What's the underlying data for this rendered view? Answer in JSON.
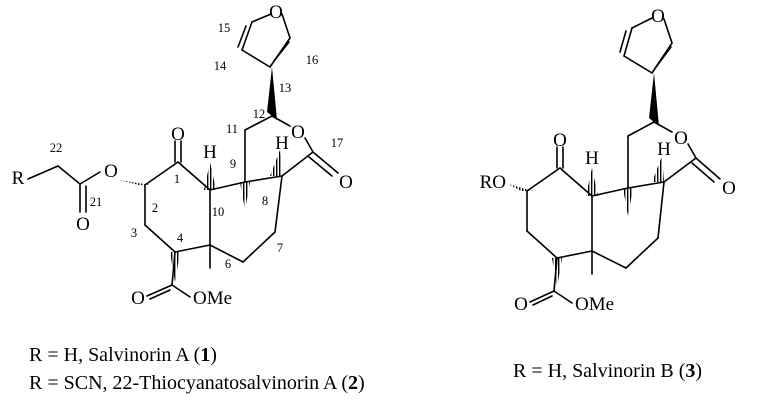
{
  "structure_a": {
    "atoms": {
      "r": "R",
      "o_furan": "O",
      "o_ester": "O",
      "o_ketone": "O",
      "o_lactone": "O",
      "o_lactone_co": "O",
      "o_acyl_co": "O",
      "o_carboxyl_co": "O",
      "ome": "OMe",
      "h10": "H",
      "h8": "H"
    },
    "numbers": {
      "n1": "1",
      "n2": "2",
      "n3": "3",
      "n4": "4",
      "n6": "6",
      "n7": "7",
      "n8": "8",
      "n9": "9",
      "n10": "10",
      "n11": "11",
      "n12": "12",
      "n13": "13",
      "n14": "14",
      "n15": "15",
      "n16": "16",
      "n17": "17",
      "n21": "21",
      "n22": "22"
    }
  },
  "structure_b": {
    "atoms": {
      "ro": "RO",
      "o_furan": "O",
      "o_ketone": "O",
      "o_lactone": "O",
      "o_lactone_co": "O",
      "o_carboxyl_co": "O",
      "ome": "OMe",
      "h10": "H",
      "h8": "H"
    }
  },
  "captions": {
    "line1": {
      "text": "R = H, Salvinorin A (",
      "num": "1",
      "close": ")"
    },
    "line2": {
      "text": "R = SCN, 22-Thiocyanatosalvinorin A (",
      "num": "2",
      "close": ")"
    },
    "line3": {
      "text": "R = H, Salvinorin B (",
      "num": "3",
      "close": ")"
    }
  }
}
